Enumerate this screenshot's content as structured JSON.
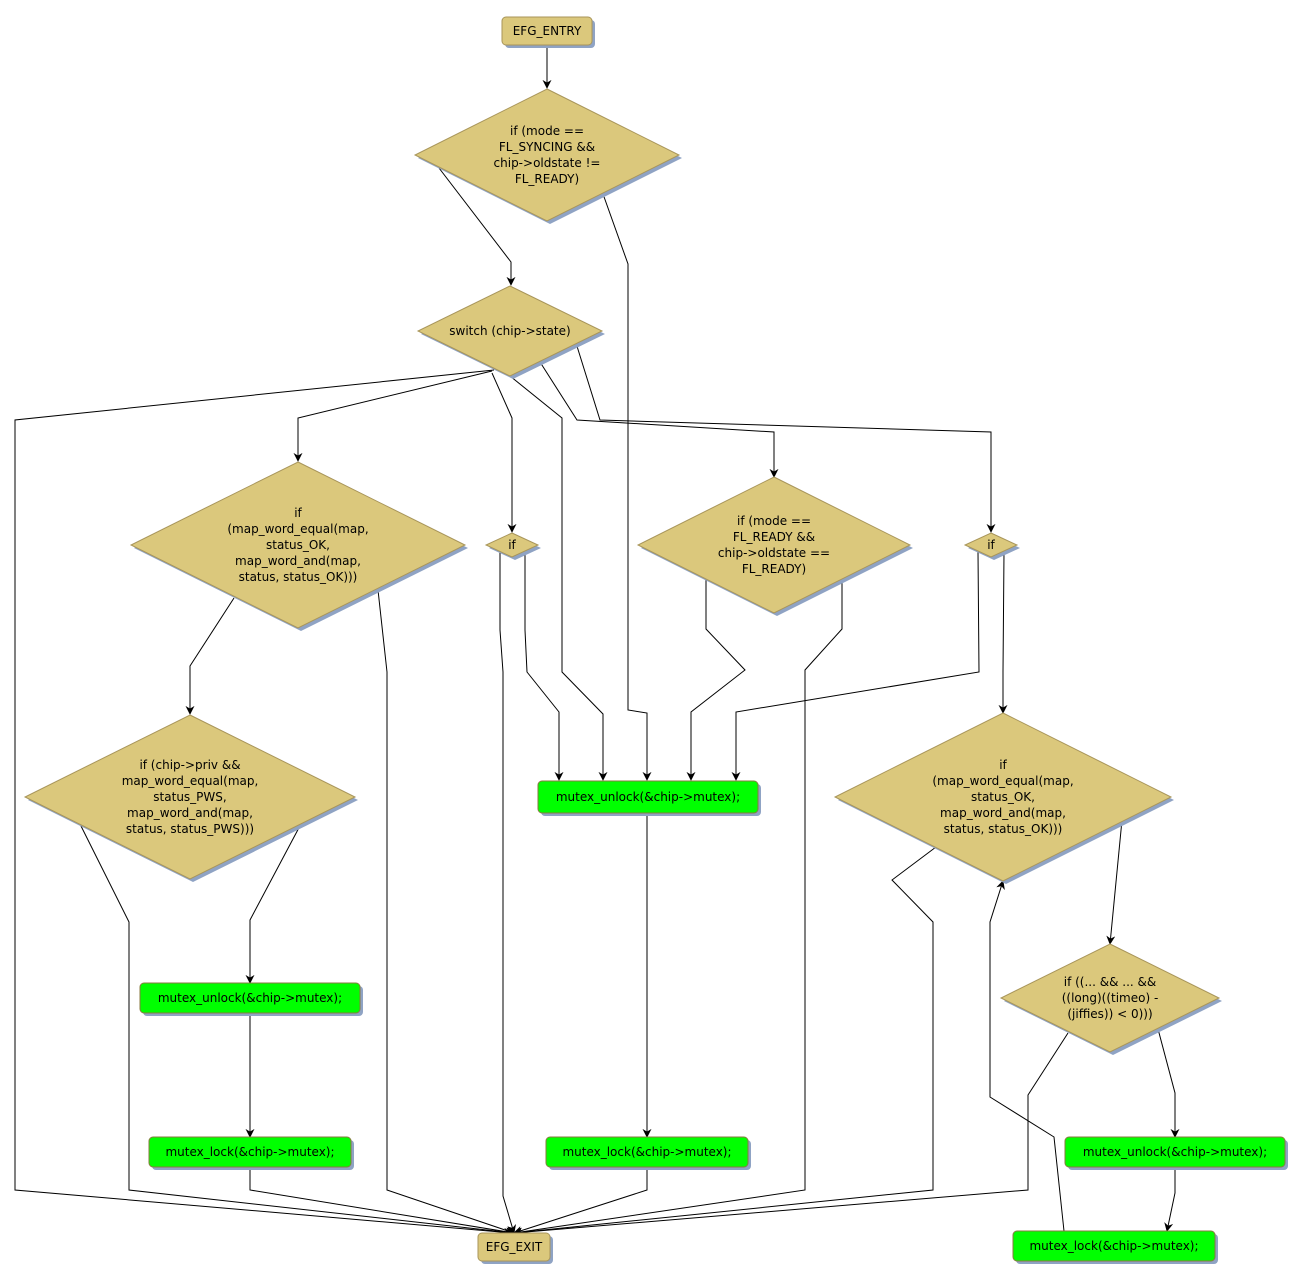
{
  "title": "Control flow graph",
  "colors": {
    "decision_fill": "#dbc87c",
    "decision_stroke": "#a8955a",
    "action_fill": "#00ff00",
    "action_stroke": "#8a7a40",
    "terminal_fill": "#dbc87c",
    "shadow": "#8fa3c4",
    "edge": "#000000"
  },
  "nodes": [
    {
      "id": "entry",
      "kind": "terminal",
      "lines": [
        "EFG_ENTRY"
      ]
    },
    {
      "id": "if_syncing",
      "kind": "decision",
      "lines": [
        "if (mode ==",
        "FL_SYNCING &&",
        "chip->oldstate !=",
        "FL_READY)"
      ]
    },
    {
      "id": "switch_state",
      "kind": "decision",
      "lines": [
        "switch (chip->state)"
      ]
    },
    {
      "id": "if_status_ok_left",
      "kind": "decision",
      "lines": [
        "if",
        "(map_word_equal(map,",
        "status_OK,",
        "map_word_and(map,",
        "status, status_OK)))"
      ]
    },
    {
      "id": "if_small_left",
      "kind": "decision",
      "lines": [
        "if"
      ]
    },
    {
      "id": "if_ready",
      "kind": "decision",
      "lines": [
        "if (mode ==",
        "FL_READY &&",
        "chip->oldstate ==",
        "FL_READY)"
      ]
    },
    {
      "id": "if_small_right",
      "kind": "decision",
      "lines": [
        "if"
      ]
    },
    {
      "id": "if_pws",
      "kind": "decision",
      "lines": [
        "if (chip->priv &&",
        "map_word_equal(map,",
        "status_PWS,",
        "map_word_and(map,",
        "status, status_PWS)))"
      ]
    },
    {
      "id": "unlock_center",
      "kind": "action",
      "lines": [
        "mutex_unlock(&chip->mutex);"
      ]
    },
    {
      "id": "if_status_ok_right",
      "kind": "decision",
      "lines": [
        "if",
        "(map_word_equal(map,",
        "status_OK,",
        "map_word_and(map,",
        "status, status_OK)))"
      ]
    },
    {
      "id": "unlock_left",
      "kind": "action",
      "lines": [
        "mutex_unlock(&chip->mutex);"
      ]
    },
    {
      "id": "if_timeout",
      "kind": "decision",
      "lines": [
        "if ((... && ... &&",
        "((long)((timeo) -",
        "(jiffies)) < 0)))"
      ]
    },
    {
      "id": "lock_left",
      "kind": "action",
      "lines": [
        "mutex_lock(&chip->mutex);"
      ]
    },
    {
      "id": "lock_center",
      "kind": "action",
      "lines": [
        "mutex_lock(&chip->mutex);"
      ]
    },
    {
      "id": "unlock_right",
      "kind": "action",
      "lines": [
        "mutex_unlock(&chip->mutex);"
      ]
    },
    {
      "id": "exit",
      "kind": "terminal",
      "lines": [
        "EFG_EXIT"
      ]
    },
    {
      "id": "lock_right",
      "kind": "action",
      "lines": [
        "mutex_lock(&chip->mutex);"
      ]
    }
  ],
  "edges": [
    {
      "from": "entry",
      "to": "if_syncing"
    },
    {
      "from": "if_syncing",
      "to": "switch_state"
    },
    {
      "from": "if_syncing",
      "to": "unlock_center"
    },
    {
      "from": "switch_state",
      "to": "exit"
    },
    {
      "from": "switch_state",
      "to": "if_status_ok_left"
    },
    {
      "from": "switch_state",
      "to": "if_small_left"
    },
    {
      "from": "switch_state",
      "to": "unlock_center"
    },
    {
      "from": "switch_state",
      "to": "if_ready"
    },
    {
      "from": "switch_state",
      "to": "if_small_right"
    },
    {
      "from": "if_status_ok_left",
      "to": "if_pws"
    },
    {
      "from": "if_status_ok_left",
      "to": "exit"
    },
    {
      "from": "if_small_left",
      "to": "exit"
    },
    {
      "from": "if_small_left",
      "to": "unlock_center"
    },
    {
      "from": "if_ready",
      "to": "unlock_center"
    },
    {
      "from": "if_ready",
      "to": "exit"
    },
    {
      "from": "if_small_right",
      "to": "unlock_center"
    },
    {
      "from": "if_small_right",
      "to": "if_status_ok_right"
    },
    {
      "from": "if_pws",
      "to": "exit"
    },
    {
      "from": "if_pws",
      "to": "unlock_left"
    },
    {
      "from": "unlock_left",
      "to": "lock_left"
    },
    {
      "from": "lock_left",
      "to": "exit"
    },
    {
      "from": "unlock_center",
      "to": "lock_center"
    },
    {
      "from": "lock_center",
      "to": "exit"
    },
    {
      "from": "if_status_ok_right",
      "to": "exit"
    },
    {
      "from": "if_status_ok_right",
      "to": "if_timeout"
    },
    {
      "from": "if_timeout",
      "to": "exit"
    },
    {
      "from": "if_timeout",
      "to": "unlock_right"
    },
    {
      "from": "unlock_right",
      "to": "lock_right"
    },
    {
      "from": "lock_right",
      "to": "if_status_ok_right"
    }
  ]
}
